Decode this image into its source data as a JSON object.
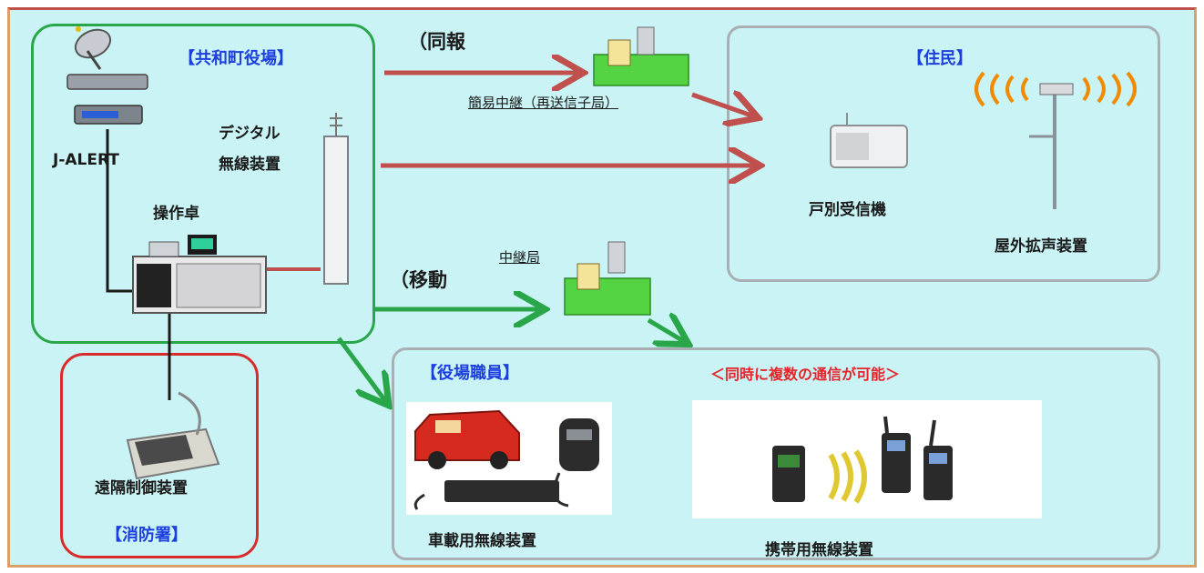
{
  "labels": {
    "town_office": "【共和町役場】",
    "j_alert": "J-ALERT",
    "digital_line1": "デジタル",
    "digital_line2": "無線装置",
    "console": "操作卓",
    "broadcast": "（同報",
    "simple_relay": "簡易中継（再送信子局）",
    "residents": "【住民】",
    "household_receiver": "戸別受信機",
    "outdoor_speaker": "屋外拡声装置",
    "mobile": "（移動",
    "relay_station": "中継局",
    "staff": "【役場職員】",
    "simultaneous_note": "＜同時に複数の通信が可能＞",
    "vehicle_radio": "車載用無線装置",
    "portable_radio": "携帯用無線装置",
    "remote_control": "遠隔制御装置",
    "fire_dept": "【消防署】"
  },
  "colors": {
    "background": "#c9f3f4",
    "town_box_border": "#2aa64a",
    "fire_box_border": "#d92b2b",
    "group_box_border": "#a8b0b4",
    "broadcast_arrow": "#c0504d",
    "mobile_arrow": "#2aa64a",
    "label_blue": "#1d3fe0",
    "label_red": "#e8232a"
  }
}
